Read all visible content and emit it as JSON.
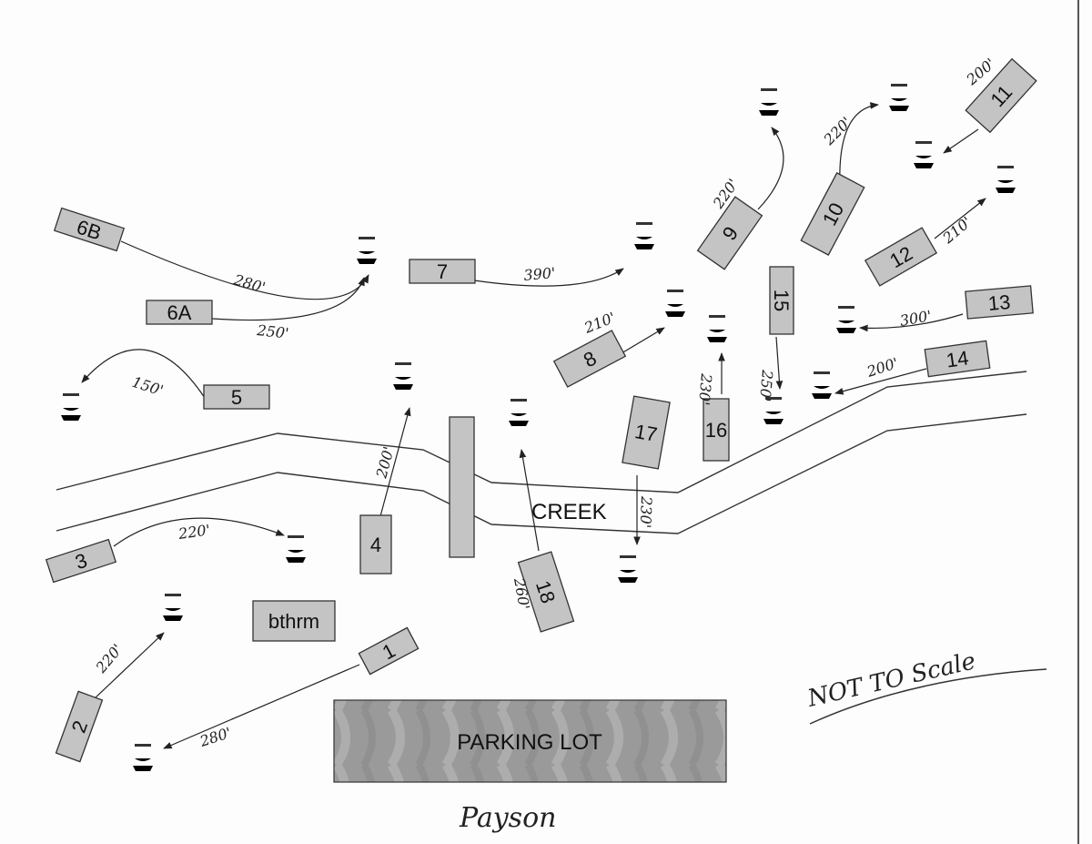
{
  "title": "Payson",
  "scale_note": "NOT TO Scale",
  "landmarks": {
    "creek": "CREEK",
    "parking": "PARKING LOT",
    "bathroom": "bthrm"
  },
  "tees": [
    {
      "id": "1",
      "label": "1"
    },
    {
      "id": "2",
      "label": "2"
    },
    {
      "id": "3",
      "label": "3"
    },
    {
      "id": "4",
      "label": "4"
    },
    {
      "id": "5",
      "label": "5"
    },
    {
      "id": "6A",
      "label": "6A"
    },
    {
      "id": "6B",
      "label": "6B"
    },
    {
      "id": "7",
      "label": "7"
    },
    {
      "id": "8",
      "label": "8"
    },
    {
      "id": "9",
      "label": "9"
    },
    {
      "id": "10",
      "label": "10"
    },
    {
      "id": "11",
      "label": "11"
    },
    {
      "id": "12",
      "label": "12"
    },
    {
      "id": "13",
      "label": "13"
    },
    {
      "id": "14",
      "label": "14"
    },
    {
      "id": "15",
      "label": "15"
    },
    {
      "id": "16",
      "label": "16"
    },
    {
      "id": "17",
      "label": "17"
    },
    {
      "id": "18",
      "label": "18"
    }
  ],
  "distances": {
    "h1": "280'",
    "h2": "220'",
    "h3": "220'",
    "h4": "200'",
    "h5": "150'",
    "h6a": "250'",
    "h6b": "280'",
    "h7": "390'",
    "h8": "210'",
    "h9": "220'",
    "h10": "220'",
    "h11": "200'",
    "h12": "210'",
    "h13": "300'",
    "h14": "200'",
    "h15": "250'",
    "h16": "230'",
    "h17": "230'",
    "h18": "260'"
  }
}
